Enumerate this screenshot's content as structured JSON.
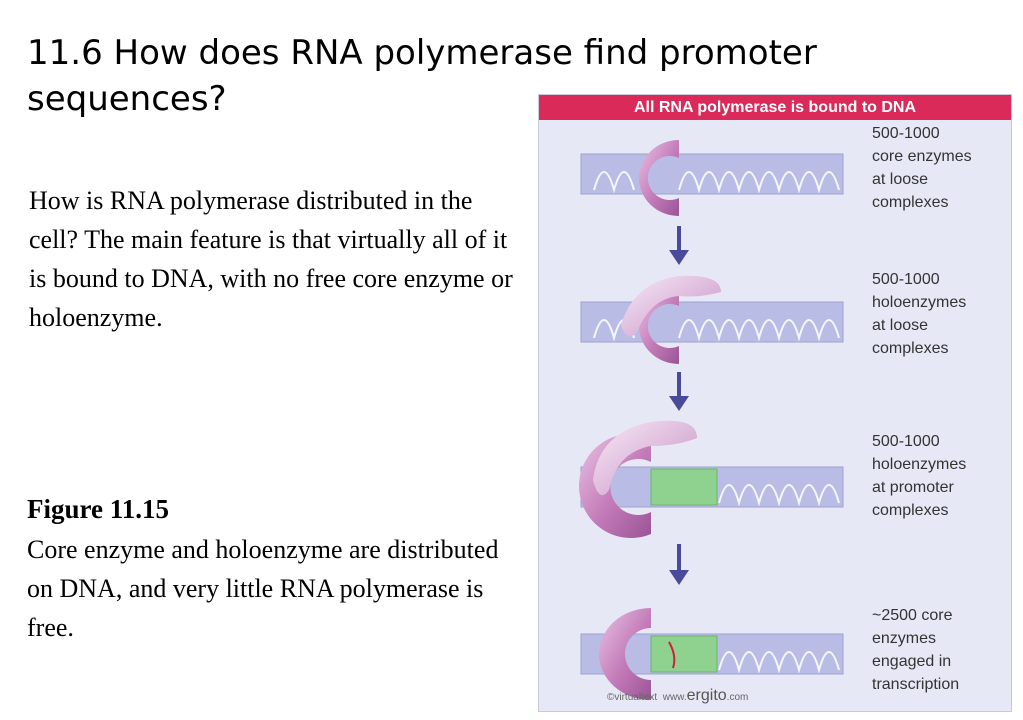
{
  "slide": {
    "title": "11.6 How does RNA polymerase find promoter sequences?",
    "paragraph": "How is RNA polymerase distributed in the cell? The main feature is that virtually all of it is bound to DNA, with no free core enzyme or holoenzyme.",
    "figure_label": "Figure 11.15",
    "figure_caption": "Core enzyme and holoenzyme are distributed on DNA, and very little RNA polymerase is free."
  },
  "figure": {
    "header": "All RNA polymerase is bound to DNA",
    "stages": [
      {
        "lines": [
          "500-1000",
          "core enzymes",
          "at loose",
          "complexes"
        ]
      },
      {
        "lines": [
          "500-1000",
          "holoenzymes",
          "at loose",
          "complexes"
        ]
      },
      {
        "lines": [
          "500-1000",
          "holoenzymes",
          "at promoter",
          "complexes"
        ]
      },
      {
        "lines": [
          "~2500 core",
          "enzymes",
          "engaged in",
          "transcription"
        ]
      }
    ],
    "credit_small_1": "©virtualtext",
    "credit_small_2": "www.",
    "credit_big": "ergito",
    "credit_small_3": ".com",
    "colors": {
      "header": "#d92a5a",
      "panel": "#e7e8f6",
      "dna_box": "#b9bde6",
      "enzyme": "#c37ab8",
      "sigma": "#d9a6d6",
      "promoter": "#8fd18f",
      "arrow": "#4a4a9a"
    }
  }
}
